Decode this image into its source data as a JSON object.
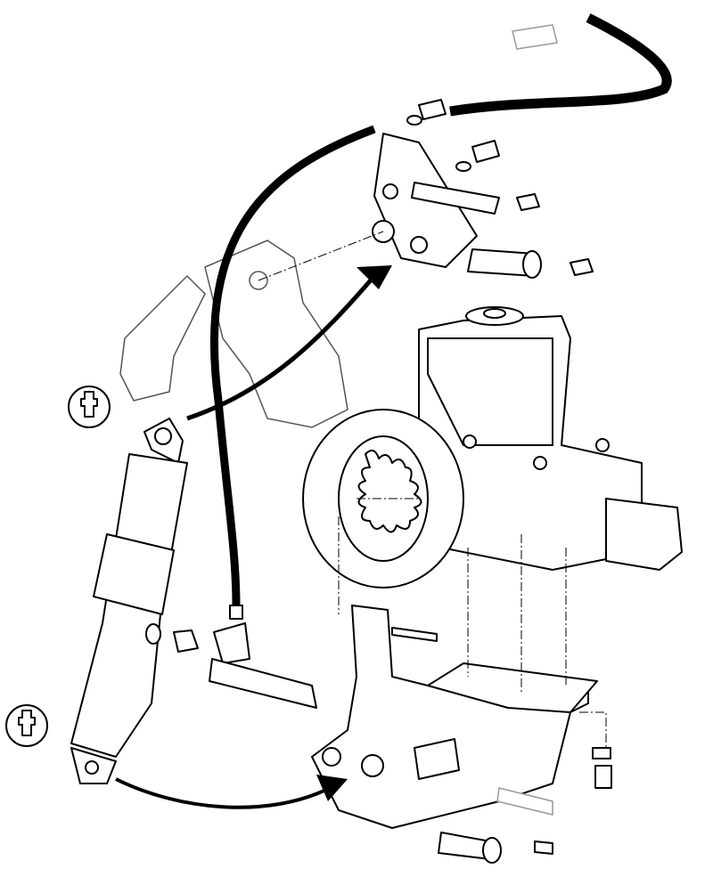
{
  "diagram": {
    "type": "exploded-parts-illustration",
    "colors": {
      "line": "#000000",
      "background": "#ffffff",
      "ghost": "#999999"
    },
    "parts": [
      "hydraulic-hose",
      "steering-cylinder",
      "grease-fitting-top",
      "grease-fitting-bottom",
      "upper-bracket",
      "lower-bracket",
      "axle-housing",
      "pivot-pins",
      "bolts-washers",
      "elbow-fitting",
      "flow-arrows"
    ]
  }
}
